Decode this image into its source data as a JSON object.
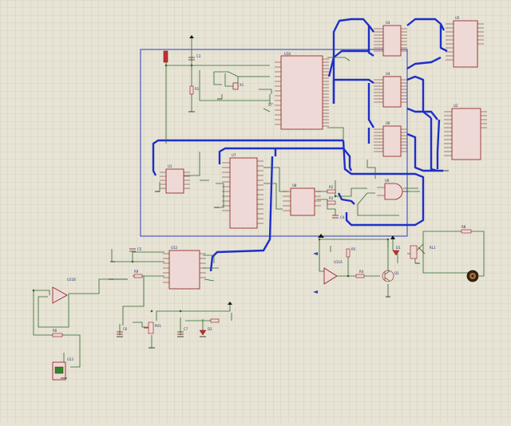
{
  "colors": {
    "background": "#e7e3d5",
    "grid": "#c9c4b2",
    "gridMajor": "#b8b3a0",
    "wire": "#2a6b2a",
    "bus": "#1d2fc8",
    "chipFill": "#efd9d6",
    "chipStroke": "#8a1a1a",
    "pin": "#6a1a1a",
    "label": "#20306a",
    "sheet": "#2c3fbf"
  },
  "chips": {
    "u10": "U10",
    "u7": "U7",
    "u1": "U1",
    "u8": "U8",
    "u9": "U9",
    "u3": "U3",
    "u4": "U4",
    "u5": "U5",
    "u6": "U6",
    "u2": "U2",
    "u12": "U12",
    "u11a": "U11A",
    "u11b": "U11B",
    "u13": "U13"
  },
  "parts": {
    "c3": "C3",
    "r1": "R1",
    "x1": "X1",
    "r2": "R2",
    "r3": "R3",
    "c4": "C4",
    "r4": "R4",
    "r5": "R5",
    "q1": "Q1",
    "d1": "D1",
    "rl1": "RL1",
    "r8": "R8",
    "r9": "R9",
    "r6": "R6",
    "c5": "C5",
    "c6": "C6",
    "c7": "C7",
    "d2": "D2",
    "rv1": "RV1"
  }
}
